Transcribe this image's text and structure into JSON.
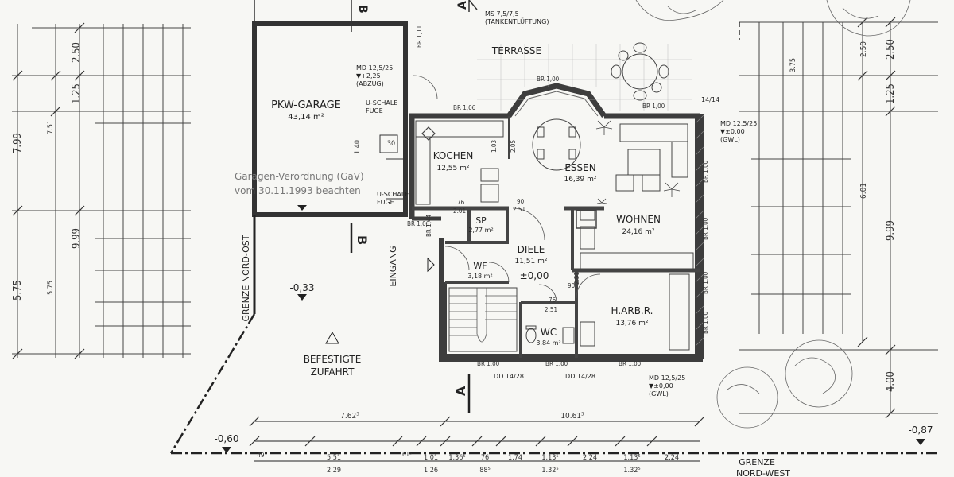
{
  "colors": {
    "paper": "#f7f7f4",
    "ink": "#222222",
    "wall": "#4a4a4a",
    "stamp": "#888888"
  },
  "rooms": {
    "garage": {
      "name": "PKW-GARAGE",
      "area": "43,14 m²"
    },
    "kitchen": {
      "name": "KOCHEN",
      "area": "12,55 m²"
    },
    "dining": {
      "name": "ESSEN",
      "area": "16,39 m²"
    },
    "living": {
      "name": "WOHNEN",
      "area": "24,16 m²"
    },
    "pantry": {
      "name": "SP",
      "area": "2,77 m²"
    },
    "hall": {
      "name": "DIELE",
      "area": "11,51 m²"
    },
    "wardrobe": {
      "name": "WF",
      "area": "3,18 m²"
    },
    "wc": {
      "name": "WC",
      "area": "3,84 m²"
    },
    "office": {
      "name": "H.ARB.R.",
      "area": "13,76 m²"
    }
  },
  "labels": {
    "terrace": "TERRASSE",
    "entrance": "EINGANG",
    "driveway_1": "BEFESTIGTE",
    "driveway_2": "ZUFAHRT",
    "border_northeast": "GRENZE NORD-OST",
    "border_northwest_1": "GRENZE",
    "border_northwest_2": "NORD-WEST",
    "level_zero": "±0,00",
    "level_garage": "-0,33",
    "level_left": "-0,60",
    "level_right": "-0,87",
    "section_a": "A",
    "section_b": "B",
    "tank_vent_1": "MS 7,5/7,5",
    "tank_vent_2": "(TANKENTLÜFTUNG)",
    "md_top_1": "MD 12,5/25",
    "md_top_2": "▼+2,25",
    "md_top_3": "(ABZUG)",
    "md_right_1": "MD 12,5/25",
    "md_right_2": "▼±0,00",
    "md_right_3": "(GWL)",
    "md_bottom_1": "MD 12,5/25",
    "md_bottom_2": "▼±0,00",
    "md_bottom_3": "(GWL)",
    "u_schale_1": "U-SCHALE",
    "fuge_1": "FUGE",
    "u_schale_2": "U-SCHALE",
    "fuge_2": "FUGE",
    "stamp_1": "Garagen-Verordnung (GaV)",
    "stamp_2": "vom 30.11.1993 beachten",
    "dd_1": "DD 14/28",
    "dd_2": "DD 14/28",
    "stair_a": "14/14"
  },
  "window_tags": {
    "br100_top": "BR 1,00",
    "br106_top": "BR 1,06",
    "br100_right": "BR 1,00",
    "br106_garage": "BR 1,06",
    "br144": "BR 1,44",
    "br100_b1": "BR 1,00",
    "br100_b2": "BR 1,00",
    "br100_b3": "BR 1,00",
    "br100_r1": "BR 1,00",
    "br100_r2": "BR 1,00",
    "br100_r3": "BR 1,00",
    "br100_r4": "BR 1,00",
    "br111": "BR 1,11"
  },
  "dimensions": {
    "left_outer": [
      "7.99",
      "5.75"
    ],
    "left_mid": [
      "1.25",
      "2.50",
      "9.99"
    ],
    "left_small": [
      "7.51",
      "5.75"
    ],
    "right_outer": [
      "2.50",
      "1.25",
      "9.99",
      "4.00"
    ],
    "right_inner": [
      "2.50",
      "3.75",
      "6.01"
    ],
    "bottom_total": [
      "7.62⁵",
      "10.61⁵"
    ],
    "bottom_row": [
      "49",
      "5.51",
      "61⁵",
      "1.01",
      "1.36⁵",
      "76",
      "1.74",
      "1.13⁵",
      "2.24",
      "1.13⁵",
      "2.24"
    ],
    "bottom_row2": [
      "2.29",
      "1.26",
      "88⁵",
      "1.32⁵",
      "1.32⁵"
    ],
    "misc": [
      "1.40",
      "30",
      "90",
      "2.51",
      "76",
      "2.01",
      "90",
      "2.51",
      "76",
      "2.51",
      "1.03",
      "2.05"
    ]
  }
}
